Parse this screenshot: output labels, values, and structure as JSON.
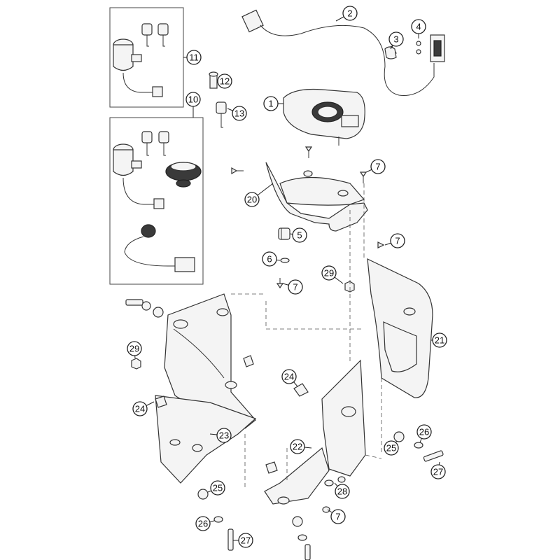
{
  "diagram": {
    "callouts": [
      {
        "id": "c1",
        "label": "1"
      },
      {
        "id": "c2",
        "label": "2"
      },
      {
        "id": "c3",
        "label": "3"
      },
      {
        "id": "c4",
        "label": "4"
      },
      {
        "id": "c5",
        "label": "5"
      },
      {
        "id": "c6",
        "label": "6"
      },
      {
        "id": "c7a",
        "label": "7"
      },
      {
        "id": "c7b",
        "label": "7"
      },
      {
        "id": "c7c",
        "label": "7"
      },
      {
        "id": "c7d",
        "label": "7"
      },
      {
        "id": "c10",
        "label": "10"
      },
      {
        "id": "c11",
        "label": "11"
      },
      {
        "id": "c12",
        "label": "12"
      },
      {
        "id": "c13",
        "label": "13"
      },
      {
        "id": "c20",
        "label": "20"
      },
      {
        "id": "c21",
        "label": "21"
      },
      {
        "id": "c22",
        "label": "22"
      },
      {
        "id": "c23",
        "label": "23"
      },
      {
        "id": "c24a",
        "label": "24"
      },
      {
        "id": "c24b",
        "label": "24"
      },
      {
        "id": "c25a",
        "label": "25"
      },
      {
        "id": "c25b",
        "label": "25"
      },
      {
        "id": "c26a",
        "label": "26"
      },
      {
        "id": "c26b",
        "label": "26"
      },
      {
        "id": "c27a",
        "label": "27"
      },
      {
        "id": "c27b",
        "label": "27"
      },
      {
        "id": "c28",
        "label": "28"
      },
      {
        "id": "c29a",
        "label": "29"
      },
      {
        "id": "c29b",
        "label": "29"
      }
    ]
  }
}
